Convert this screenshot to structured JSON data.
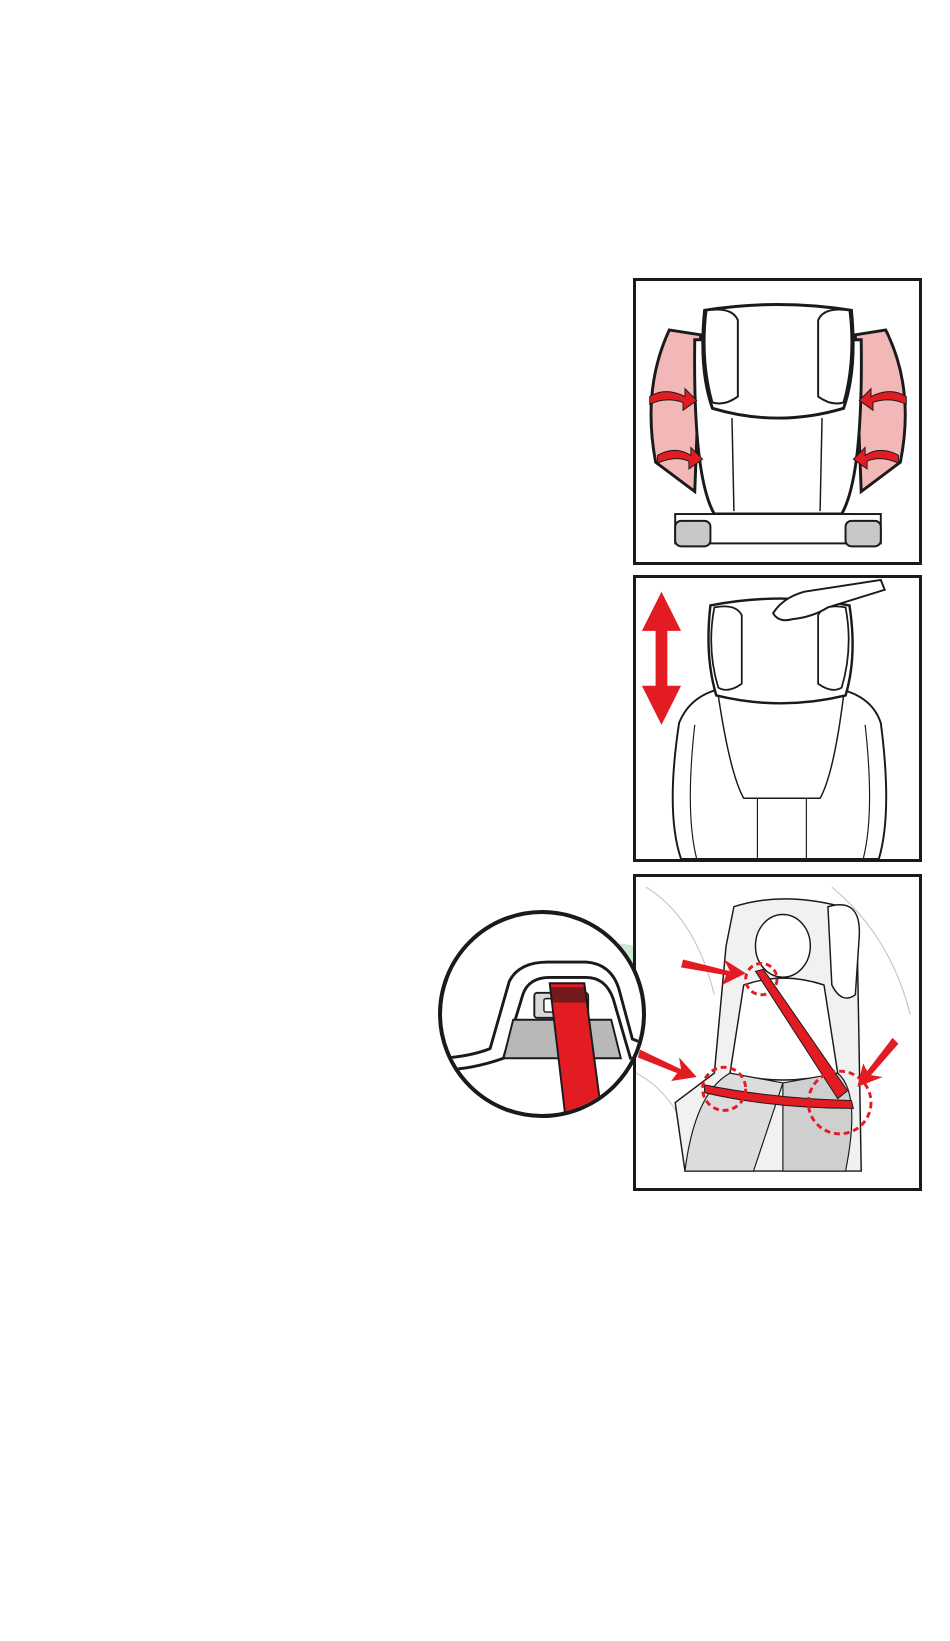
{
  "figure": {
    "panels": [
      {
        "id": "wings-adjust",
        "icon": "side-wing-adjust-icon"
      },
      {
        "id": "headrest-height",
        "icon": "up-down-arrow-icon"
      },
      {
        "id": "belt-routing",
        "icon": "belt-guide-icon"
      }
    ],
    "colors": {
      "outline": "#1a1a1a",
      "accent_red": "#e31b23",
      "tint_pink": "#f2b8b8",
      "guide_gray": "#b8b8b8",
      "beam_green": "#bfe6c8"
    }
  }
}
